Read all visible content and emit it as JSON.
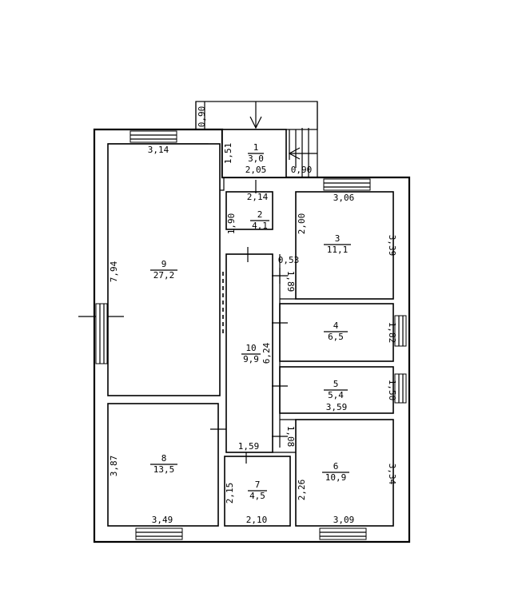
{
  "rooms": [
    {
      "num": "1",
      "area": "3,0"
    },
    {
      "num": "2",
      "area": "4,1"
    },
    {
      "num": "3",
      "area": "11,1"
    },
    {
      "num": "4",
      "area": "6,5"
    },
    {
      "num": "5",
      "area": "5,4"
    },
    {
      "num": "6",
      "area": "10,9"
    },
    {
      "num": "7",
      "area": "4,5"
    },
    {
      "num": "8",
      "area": "13,5"
    },
    {
      "num": "9",
      "area": "27,2"
    },
    {
      "num": "10",
      "area": "9,9"
    }
  ],
  "dimensions": {
    "porch_width_top": "0,90",
    "porch_width_side": "0,90",
    "r1_height": "1,51",
    "r1_width": "2,05",
    "r2_width": "2,14",
    "r2_height": "1,90",
    "r3_width": "3,06",
    "r3_left": "2,00",
    "r3_right": "3,39",
    "r3_small": "0,53",
    "r3_door": "1,89",
    "r9_width": "3,14",
    "r9_height": "7,94",
    "r4_height": "1,82",
    "r5_height": "1,50",
    "r5_width": "3,59",
    "r10_height": "6,24",
    "r10_width": "1,59",
    "r6_door": "1,08",
    "r6_left": "2,26",
    "r6_right": "3,34",
    "r6_width": "3,09",
    "r7_height": "2,15",
    "r7_width": "2,10",
    "r8_height": "3,87",
    "r8_width": "3,49"
  }
}
